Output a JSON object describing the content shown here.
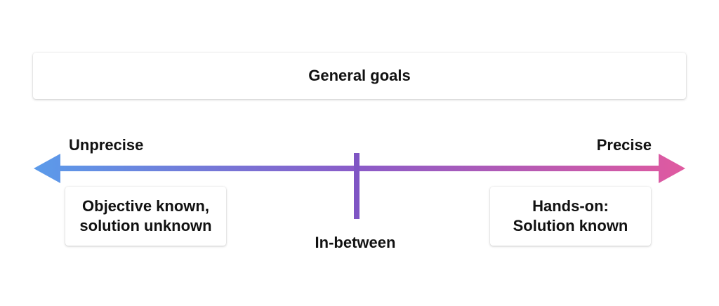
{
  "title": "General goals",
  "axis": {
    "left_label": "Unprecise",
    "right_label": "Precise",
    "middle_label": "In-between",
    "gradient_start": "#5b9bea",
    "gradient_mid": "#8b5bc8",
    "gradient_end": "#e05aa0",
    "marker_color": "#7f55c4"
  },
  "cards": {
    "left": {
      "line1": "Objective known,",
      "line2": "solution unknown"
    },
    "right": {
      "line1": "Hands-on:",
      "line2": "Solution known"
    }
  }
}
